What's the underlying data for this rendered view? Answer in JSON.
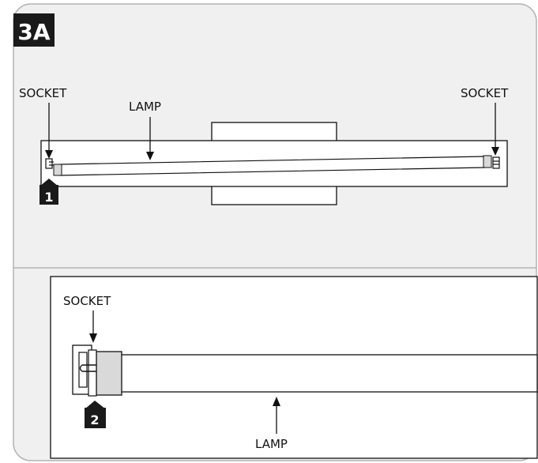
{
  "figure": {
    "step_id": "3A",
    "top": {
      "socket_left_label": "SOCKET",
      "socket_right_label": "SOCKET",
      "lamp_label": "LAMP",
      "marker": "1"
    },
    "bottom": {
      "socket_label": "SOCKET",
      "lamp_label": "LAMP",
      "marker": "2"
    }
  },
  "colors": {
    "panel_bg": "#f0f0f0",
    "panel_border": "#b3b3b3",
    "ink": "#111111",
    "tube_cap": "#d9d9d9",
    "tag_bg": "#1a1a1a"
  }
}
